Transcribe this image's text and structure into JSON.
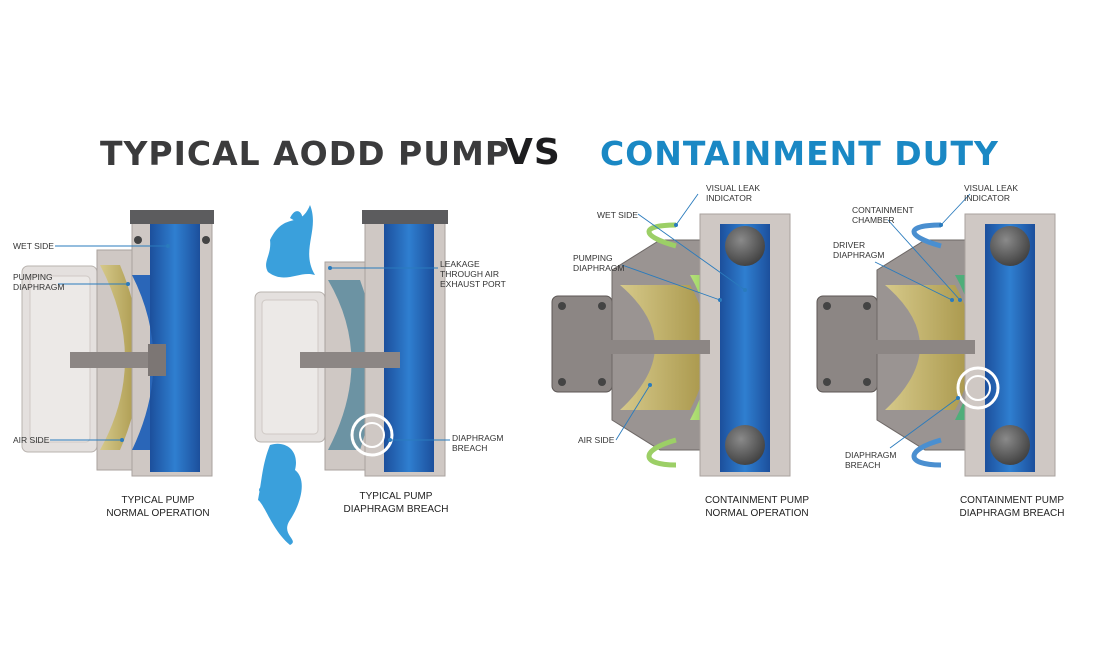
{
  "headings": {
    "left": "TYPICAL AODD PUMP",
    "vs": "VS",
    "right": "CONTAINMENT DUTY"
  },
  "callouts": {
    "typical_normal": {
      "wet_side": "WET SIDE",
      "pumping_diaphragm": [
        "PUMPING",
        "DIAPHRAGM"
      ],
      "air_side": "AIR SIDE"
    },
    "typical_breach": {
      "leakage": [
        "LEAKAGE",
        "THROUGH AIR",
        "EXHAUST PORT"
      ],
      "diaphragm_breach": [
        "DIAPHRAGM",
        "BREACH"
      ]
    },
    "containment_normal": {
      "wet_side": "WET SIDE",
      "visual_leak_indicator": [
        "VISUAL LEAK",
        "INDICATOR"
      ],
      "pumping_diaphragm": [
        "PUMPING",
        "DIAPHRAGM"
      ],
      "air_side": "AIR SIDE"
    },
    "containment_breach": {
      "containment_chamber": [
        "CONTAINMENT",
        "CHAMBER"
      ],
      "visual_leak_indicator": [
        "VISUAL LEAK",
        "INDICATOR"
      ],
      "driver_diaphragm": [
        "DRIVER",
        "DIAPHRAGM"
      ],
      "diaphragm_breach": [
        "DIAPHRAGM",
        "BREACH"
      ]
    }
  },
  "captions": {
    "typical_normal": [
      "TYPICAL PUMP",
      "NORMAL OPERATION"
    ],
    "typical_breach": [
      "TYPICAL PUMP",
      "DIAPHRAGM BREACH"
    ],
    "containment_normal": [
      "CONTAINMENT PUMP",
      "NORMAL OPERATION"
    ],
    "containment_breach": [
      "CONTAINMENT PUMP",
      "DIAPHRAGM BREACH"
    ]
  },
  "colors": {
    "dark_heading": "#3b3b3c",
    "accent_blue": "#1a88c4",
    "fluid_blue": "#1f5fb0",
    "diaphragm_tan": "#bfae5c",
    "leak_green": "#8fd14f",
    "housing_grey": "#cfc8c4"
  }
}
